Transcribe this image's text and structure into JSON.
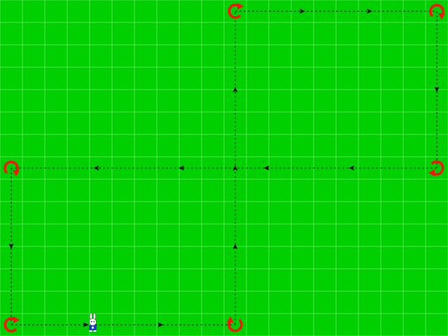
{
  "game": {
    "board": {
      "columns": 20,
      "rows": 15,
      "background_color": "#00d000",
      "grid_line_color": "#3fe33f"
    },
    "path": {
      "line_color": "#1a1a1a",
      "arrow_color": "#000000",
      "style": "dashed",
      "waypoints": [
        [
          0,
          14
        ],
        [
          10,
          14
        ],
        [
          10,
          0
        ],
        [
          19,
          0
        ],
        [
          19,
          7
        ],
        [
          0,
          7
        ],
        [
          0,
          14
        ]
      ]
    },
    "turn_markers": {
      "icon": "rotate-arrow-icon",
      "color": "#ff1010",
      "items": [
        {
          "id": "top-left-corner",
          "col": 10,
          "row": 0,
          "direction": "right"
        },
        {
          "id": "top-right-corner",
          "col": 19,
          "row": 0,
          "direction": "down"
        },
        {
          "id": "middle-right-corner",
          "col": 19,
          "row": 7,
          "direction": "left"
        },
        {
          "id": "middle-left-corner",
          "col": 0,
          "row": 7,
          "direction": "down"
        },
        {
          "id": "bottom-left-corner",
          "col": 0,
          "row": 14,
          "direction": "right"
        },
        {
          "id": "bottom-middle-corner",
          "col": 10,
          "row": 14,
          "direction": "up"
        }
      ]
    },
    "character": {
      "icon": "bunny-icon",
      "col": 4,
      "row": 14,
      "body_color": "#ffffff",
      "outfit_color": "#1a3ccf"
    }
  }
}
